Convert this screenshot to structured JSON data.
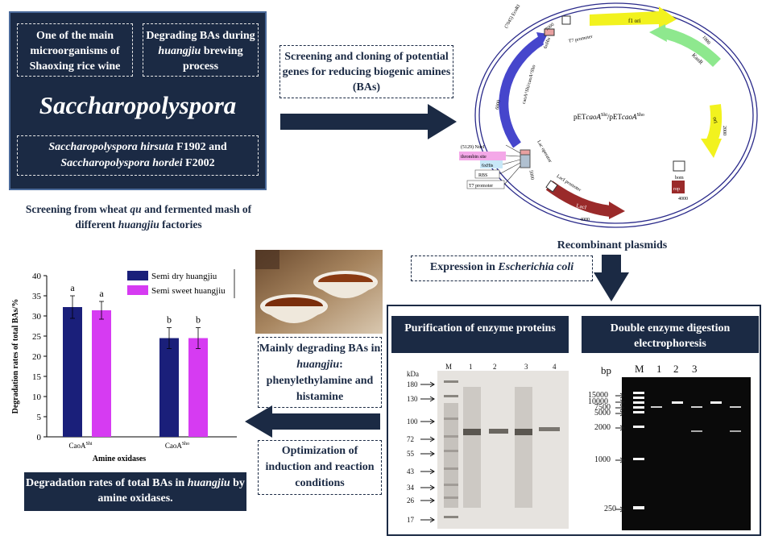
{
  "organism": {
    "tag1": "One of the main microorganisms of Shaoxing rice wine",
    "tag2_pre": "Degrading BAs during ",
    "tag2_em": "huangjiu",
    "tag2_post": " brewing process",
    "genus": "Saccharopolyspora",
    "strain1_name": "Saccharopolyspora hirsuta",
    "strain1_id": " F1902 and",
    "strain2_name": "Saccharopolyspora hordei",
    "strain2_id": "  F2002"
  },
  "screening": {
    "pre": "Screening from wheat ",
    "em1": "qu",
    "mid": " and fermented mash of different ",
    "em2": "huangjiu",
    "post": " factories"
  },
  "cloning_box": "Screening and cloning of potential genes for reducing biogenic amines (BAs)",
  "plasmid": {
    "center_pre": "pET",
    "center_em1": "caoA",
    "center_sup1": "Shi",
    "center_mid": "/pET",
    "center_em2": "caoA",
    "center_sup2": "Sho",
    "caption": "Recombinant plasmids",
    "labels": {
      "ecori": "(7045) EcoRI",
      "t7prom_top": "T7 promoter",
      "f1ori": "f1 ori",
      "kanr": "KanR",
      "ori": "ori",
      "rop": "rop",
      "laci": "LacI",
      "laci_prom": "LacI promoter",
      "lac_op": "Lac operator",
      "ndei": "(5129) NdeI",
      "thrombin": "thrombin site",
      "his6": "6xHis",
      "rbs": "RBS",
      "t7prom_bot": "T7 promoter",
      "his6_top": "6xHis",
      "caoa": "caoA^Shi/caoA^Sho",
      "bom": "bom",
      "n1000": "1000",
      "n2000": "2000",
      "n4000": "4000",
      "n5000": "5000",
      "n6000": "6000",
      "n7000": "7000"
    }
  },
  "expression": {
    "pre": "Expression in ",
    "em": "Escherichia coli"
  },
  "purification": {
    "title": "Purification of enzyme proteins",
    "kda": "kDa",
    "lanes": [
      "M",
      "1",
      "2",
      "3",
      "4"
    ],
    "markers": [
      "180",
      "130",
      "100",
      "72",
      "55",
      "43",
      "34",
      "26",
      "17"
    ]
  },
  "digestion": {
    "title": "Double enzyme digestion electrophoresis",
    "bp": "bp",
    "lanes": [
      "M",
      "1",
      "2",
      "3"
    ],
    "markers": [
      "15000",
      "10000",
      "7500",
      "5000",
      "2000",
      "1000",
      "250"
    ]
  },
  "mainly": {
    "pre": "Mainly degrading BAs in ",
    "em": "huangjiu",
    "post": ": phenylethylamine and histamine"
  },
  "optimization": "Optimization of induction and reaction conditions",
  "degradation_caption": {
    "pre": "Degradation rates of total BAs in ",
    "em": "huangjiu",
    "post": " by amine oxidases."
  },
  "chart_data": {
    "type": "bar",
    "categories": [
      "CaoA^Shi",
      "CaoA^Sho"
    ],
    "category_base": [
      "CaoA",
      "CaoA"
    ],
    "category_sup": [
      "Shi",
      "Sho"
    ],
    "series": [
      {
        "name": "Semi dry huangjiu",
        "values": [
          32.2,
          24.5
        ],
        "errors": [
          2.8,
          2.6
        ],
        "letters": [
          "a",
          "b"
        ],
        "color": "#1a1f7a"
      },
      {
        "name": "Semi sweet huangjiu",
        "values": [
          31.4,
          24.5
        ],
        "errors": [
          2.2,
          2.6
        ],
        "letters": [
          "a",
          "b"
        ],
        "color": "#d63bf2"
      }
    ],
    "xlabel": "Amine oxidases",
    "ylabel": "Degradation rates of total BAs/%",
    "ylim": [
      0,
      40
    ],
    "yticks": [
      "0",
      "5",
      "10",
      "15",
      "20",
      "25",
      "30",
      "35",
      "40"
    ],
    "legend": "top-right",
    "grid": false
  }
}
